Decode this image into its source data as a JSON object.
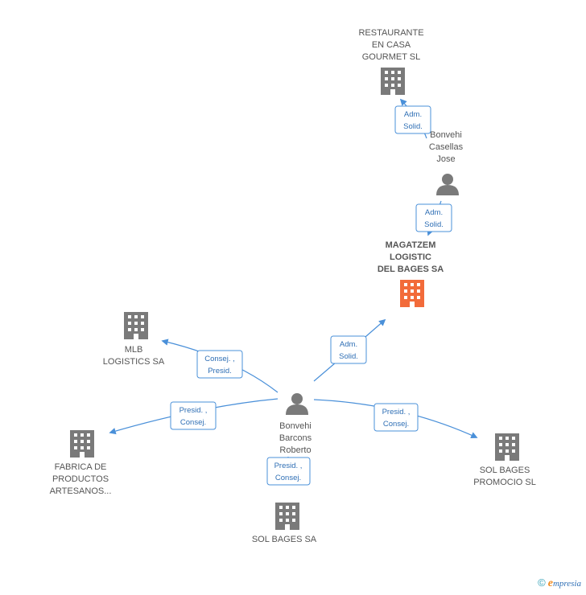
{
  "nodes": {
    "restaurante": {
      "lines": [
        "RESTAURANTE",
        "EN CASA",
        "GOURMET SL"
      ],
      "kind": "company"
    },
    "bonvehi_casellas": {
      "lines": [
        "Bonvehi",
        "Casellas",
        "Jose"
      ],
      "kind": "person"
    },
    "magatzem": {
      "lines": [
        "MAGATZEM",
        "LOGISTIC",
        "DEL BAGES SA"
      ],
      "kind": "company",
      "main": true
    },
    "mlb": {
      "lines": [
        "MLB",
        "LOGISTICS SA"
      ],
      "kind": "company"
    },
    "bonvehi_barcons": {
      "lines": [
        "Bonvehi",
        "Barcons",
        "Roberto"
      ],
      "kind": "person"
    },
    "fabrica": {
      "lines": [
        "FABRICA DE",
        "PRODUCTOS",
        "ARTESANOS..."
      ],
      "kind": "company"
    },
    "sol_bages_promocio": {
      "lines": [
        "SOL BAGES",
        "PROMOCIO SL"
      ],
      "kind": "company"
    },
    "sol_bages": {
      "lines": [
        "SOL BAGES SA"
      ],
      "kind": "company"
    }
  },
  "edges": [
    {
      "id": "casellas-restaurante",
      "lines": [
        "Adm.",
        "Solid."
      ]
    },
    {
      "id": "casellas-magatzem",
      "lines": [
        "Adm.",
        "Solid."
      ]
    },
    {
      "id": "barcons-magatzem",
      "lines": [
        "Adm.",
        "Solid."
      ]
    },
    {
      "id": "barcons-mlb",
      "lines": [
        "Consej. ,",
        "Presid."
      ]
    },
    {
      "id": "barcons-fabrica",
      "lines": [
        "Presid. ,",
        "Consej."
      ]
    },
    {
      "id": "barcons-promocio",
      "lines": [
        "Presid. ,",
        "Consej."
      ]
    },
    {
      "id": "barcons-solbages",
      "lines": [
        "Presid. ,",
        "Consej."
      ]
    }
  ],
  "colors": {
    "edge": "#4a90d9",
    "icon": "#7a7a7a",
    "main_icon": "#f26b3a"
  },
  "brand": {
    "copyright": "©",
    "e": "e",
    "rest": "mpresia"
  }
}
